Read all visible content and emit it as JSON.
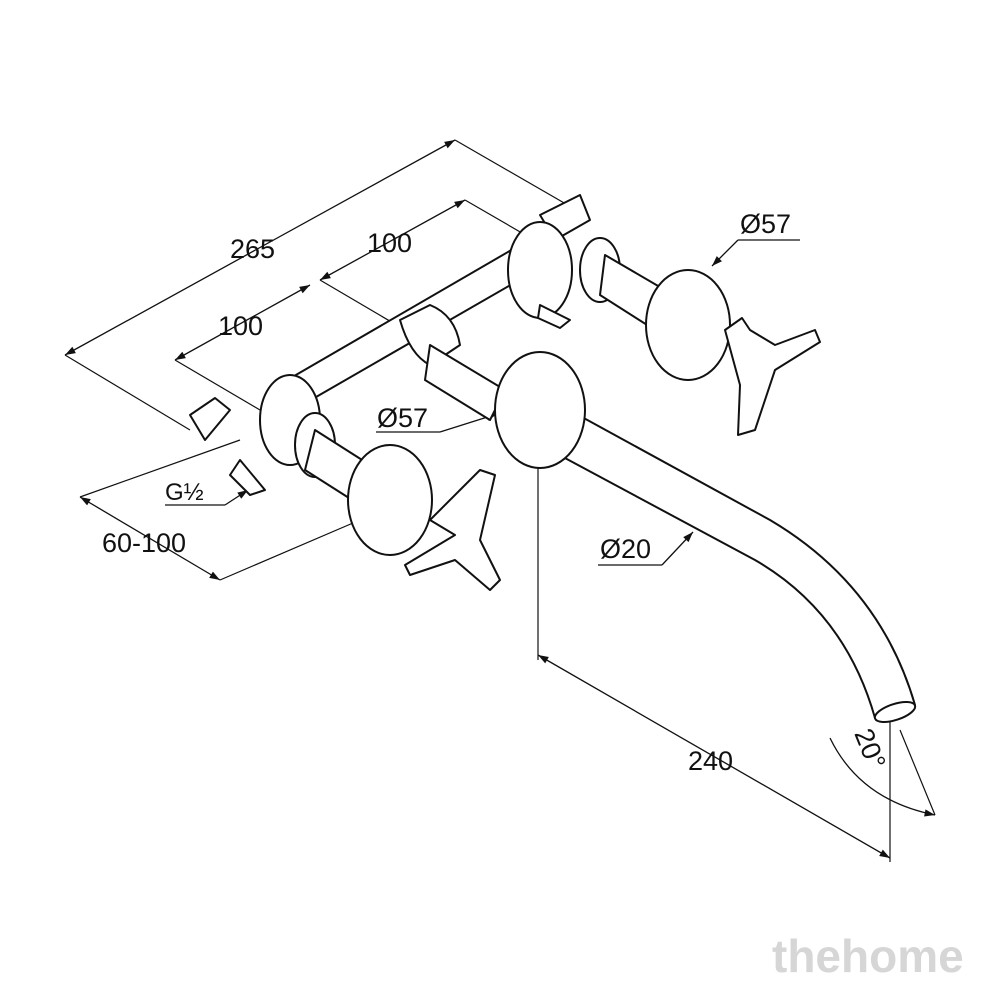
{
  "drawing": {
    "dimensions": {
      "overall_width": "265",
      "spacing_upper": "100",
      "spacing_lower": "100",
      "handle_diameter_right": "Ø57",
      "rosette_diameter": "Ø57",
      "connection_thread": "G½",
      "wall_depth_range": "60-100",
      "spout_diameter": "Ø20",
      "spout_projection": "240",
      "spout_angle": "20°"
    },
    "watermark": "thehome"
  }
}
